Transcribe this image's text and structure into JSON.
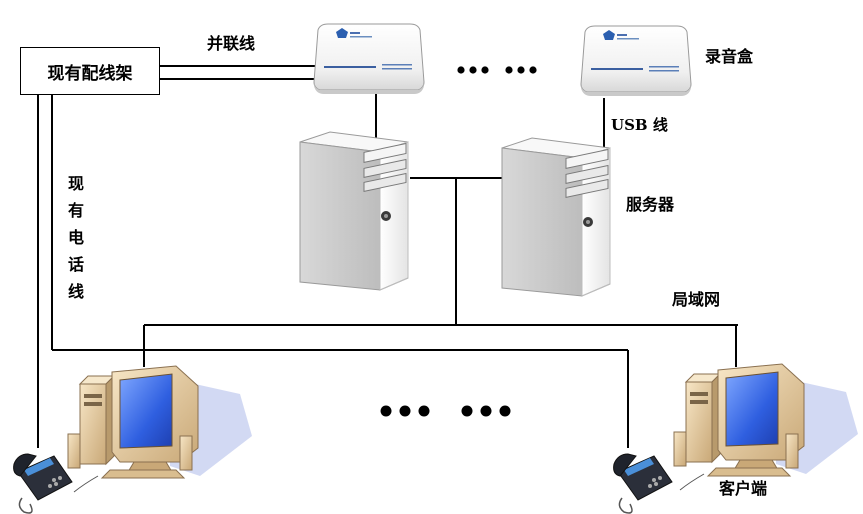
{
  "labels": {
    "distribution_frame": "现有配线架",
    "parallel_line": "并联线",
    "recorder_box": "录音盒",
    "usb_line": "USB 线",
    "server": "服务器",
    "existing_phone_line": "现有电话线",
    "lan": "局域网",
    "client": "客户端"
  },
  "colors": {
    "line": "#000000",
    "screen": "#3f6fe6",
    "monitor_body": "#e9d2a9",
    "shadow": "#b9c3ea",
    "phone": "#2b2f3a",
    "server_body": "#f2f2f2"
  },
  "icons": [
    "recorder-box-icon",
    "server-tower-icon",
    "desktop-computer-icon",
    "telephone-icon",
    "ellipsis-dots-icon"
  ]
}
